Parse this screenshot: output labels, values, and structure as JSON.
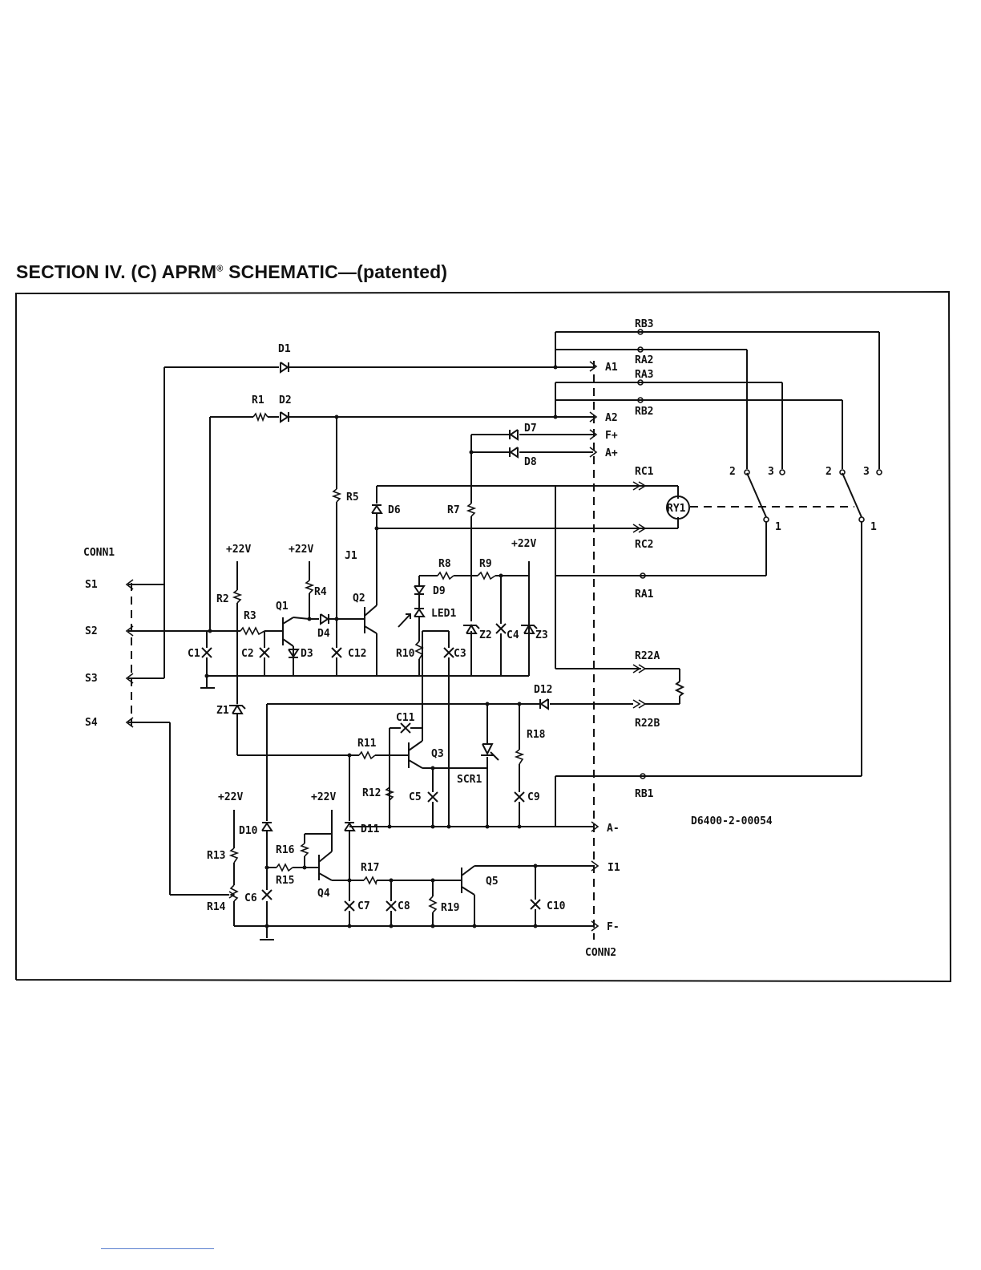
{
  "heading": {
    "prefix": "SECTION IV. (C) APRM",
    "registered": "®",
    "suffix": " SCHEMATIC—(patented)"
  },
  "connectors": {
    "conn1_title": "CONN1",
    "conn1_pins": [
      "S1",
      "S2",
      "S3",
      "S4"
    ],
    "conn2_title": "CONN2",
    "conn2_pins": [
      "A1",
      "A2",
      "F+",
      "A+",
      "A-",
      "I1",
      "F-"
    ]
  },
  "relay": {
    "coil": "RY1",
    "terminals": [
      "RB3",
      "RA2",
      "RA3",
      "RB2",
      "RC1",
      "RC2",
      "RA1",
      "R22A",
      "R22B",
      "RB1"
    ],
    "contact_numbers": [
      "2",
      "3",
      "1"
    ]
  },
  "supply_labels": [
    "+22V",
    "+22V",
    "+22V",
    "+22V",
    "+22V"
  ],
  "components": {
    "diodes": [
      "D1",
      "D2",
      "D3",
      "D4",
      "D6",
      "D7",
      "D8",
      "D9",
      "D10",
      "D11",
      "D12"
    ],
    "resistors": [
      "R1",
      "R2",
      "R3",
      "R4",
      "R5",
      "R7",
      "R8",
      "R9",
      "R10",
      "R11",
      "R12",
      "R13",
      "R14",
      "R15",
      "R16",
      "R17",
      "R18",
      "R19"
    ],
    "capacitors": [
      "C1",
      "C2",
      "C3",
      "C4",
      "C5",
      "C6",
      "C7",
      "C8",
      "C9",
      "C10",
      "C11",
      "C12"
    ],
    "transistors": [
      "Q1",
      "Q2",
      "Q3",
      "Q4",
      "Q5"
    ],
    "zeners": [
      "Z1",
      "Z2",
      "Z3"
    ],
    "others": [
      "J1",
      "LED1",
      "SCR1"
    ]
  },
  "drawing_number": "D6400-2-00054"
}
